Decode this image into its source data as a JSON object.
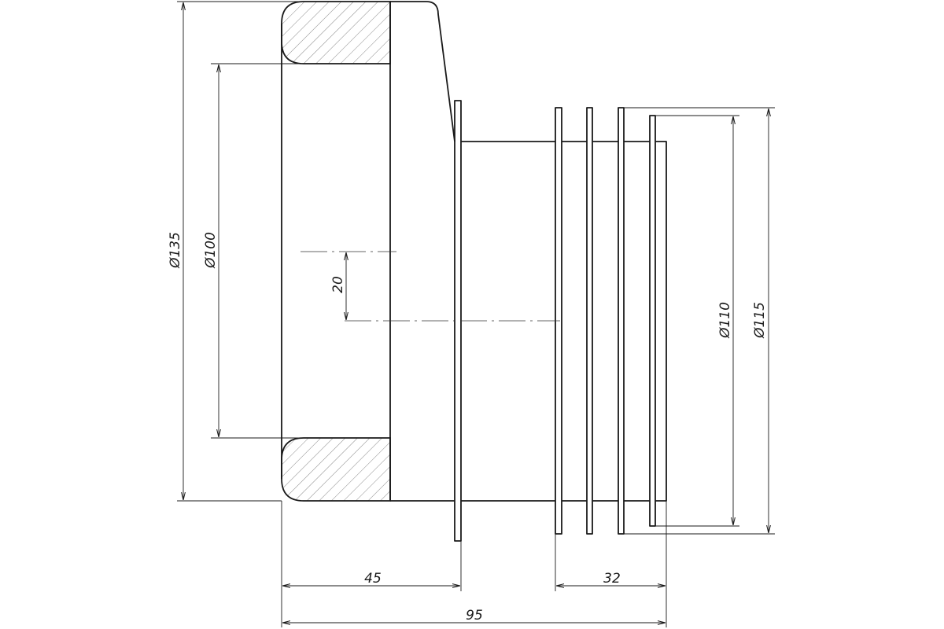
{
  "dimensions": {
    "d135": "Ø135",
    "d100": "Ø100",
    "offset": "20",
    "d110": "Ø110",
    "d115": "Ø115",
    "len45": "45",
    "len32": "32",
    "len95": "95"
  },
  "colors": {
    "line": "#1a1a1a",
    "background": "#ffffff"
  }
}
